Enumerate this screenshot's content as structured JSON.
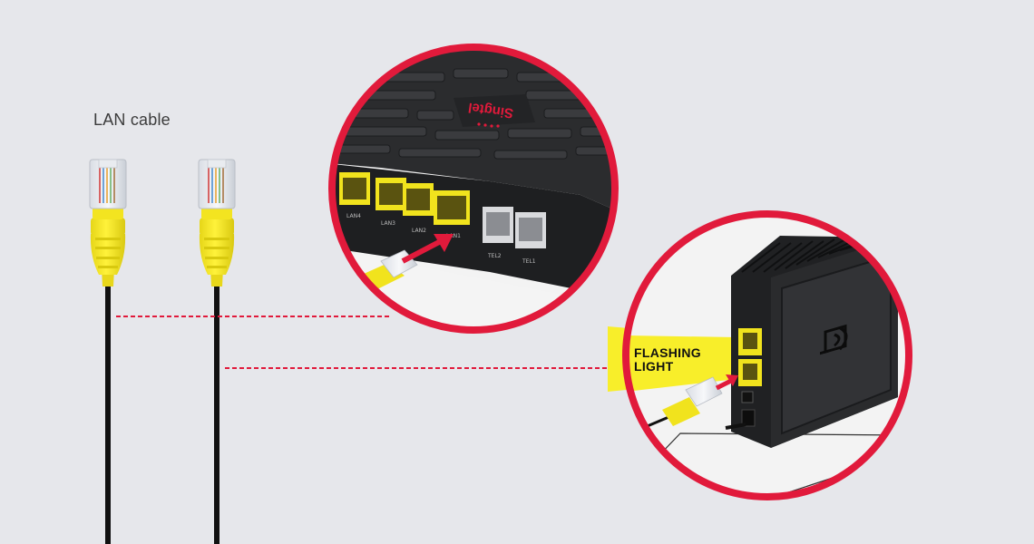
{
  "labels": {
    "cable": "LAN cable",
    "flashing_line1": "FLASHING",
    "flashing_line2": "LIGHT"
  },
  "router": {
    "brand": "Singtel",
    "ports": [
      "LAN4",
      "LAN3",
      "LAN2",
      "LAN1",
      "TEL2",
      "TEL1"
    ]
  },
  "colors": {
    "background": "#e6e7eb",
    "accent_red": "#e11a3b",
    "connector_yellow": "#f5e61c",
    "glow_yellow": "#f8ee2a",
    "device_black": "#2a2b2d"
  },
  "icons": [
    "wifi-ont-icon"
  ]
}
